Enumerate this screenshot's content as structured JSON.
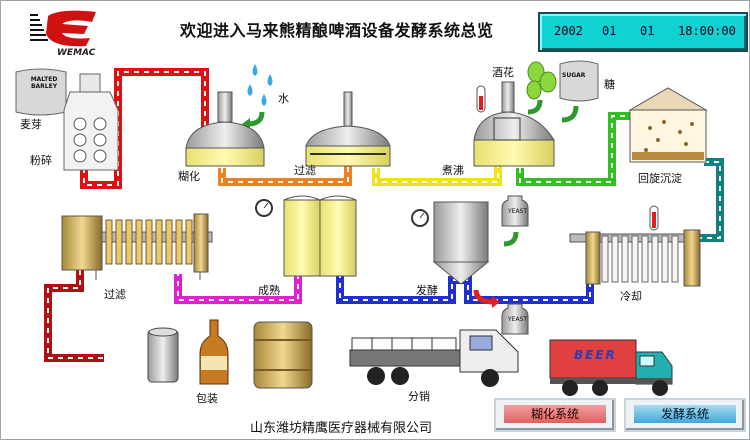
{
  "header": {
    "title": "欢迎进入马来熊精酿啤酒设备发酵系统总览",
    "logo_text": "WEMAC",
    "clock": {
      "year": "2002",
      "month": "01",
      "day": "01",
      "time": "18:00:00"
    }
  },
  "labels": {
    "malt": "麦芽",
    "malt_bag": "MALTED BARLEY",
    "crush": "粉碎",
    "water": "水",
    "mash": "糊化",
    "filter1": "过滤",
    "boil": "煮沸",
    "hops": "酒花",
    "sugar": "糖",
    "sugar_bag": "SUGAR",
    "whirlpool": "回旋沉淀",
    "filter2": "过滤",
    "mature": "成熟",
    "ferment": "发酵",
    "yeast": "YEAST",
    "cool": "冷却",
    "package": "包装",
    "distribute": "分销",
    "truck_text": "BEER"
  },
  "buttons": {
    "mash_system": "糊化系统",
    "ferment_system": "发酵系统"
  },
  "footer": {
    "company": "山东潍坊精鹰医疗器械有限公司"
  },
  "colors": {
    "pipe_red": "#e01010",
    "pipe_orange": "#f08020",
    "pipe_yellow": "#f0e020",
    "pipe_green": "#30c020",
    "pipe_teal": "#108080",
    "pipe_magenta": "#e020d0",
    "pipe_blue": "#2030d0",
    "pipe_darkred": "#b01010",
    "clock_bg": "#11d2d2"
  }
}
